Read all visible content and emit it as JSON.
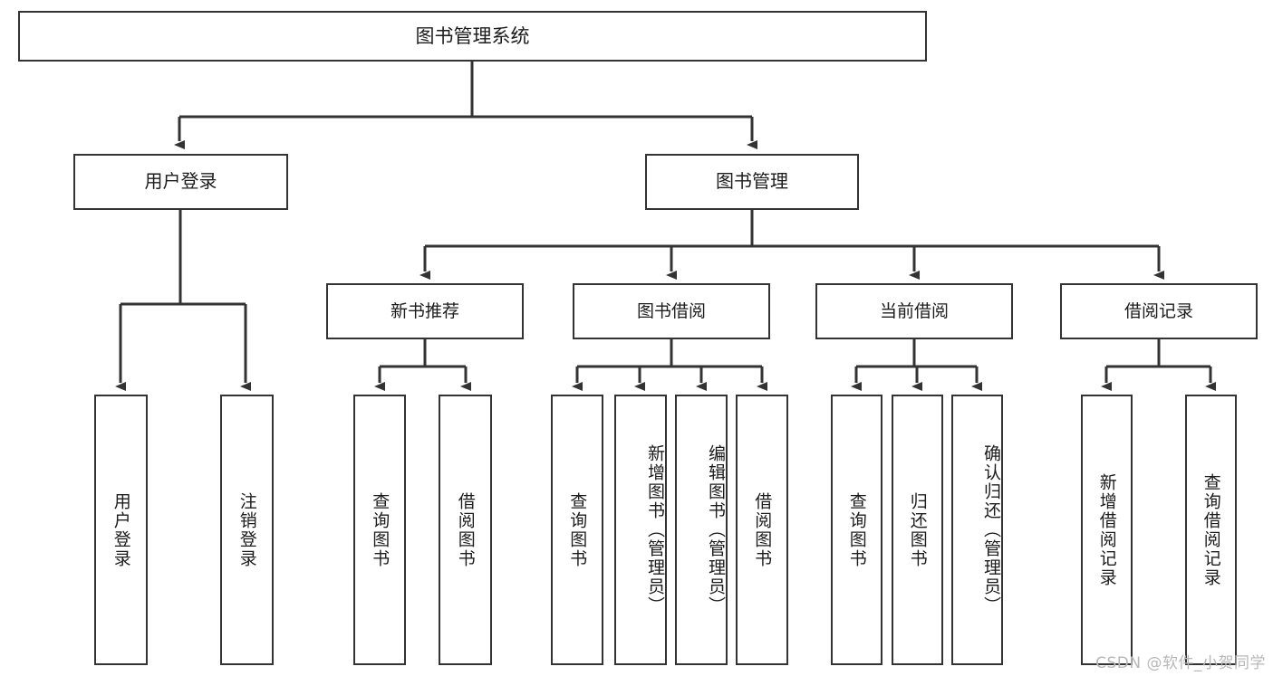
{
  "diagram": {
    "type": "tree",
    "title": "图书管理系统",
    "root": {
      "id": "root",
      "label": "图书管理系统"
    },
    "level1": [
      {
        "id": "user-login",
        "label": "用户登录"
      },
      {
        "id": "book-manage",
        "label": "图书管理"
      }
    ],
    "level2": [
      {
        "id": "new-book-rec",
        "label": "新书推荐",
        "parent": "book-manage"
      },
      {
        "id": "book-borrow",
        "label": "图书借阅",
        "parent": "book-manage"
      },
      {
        "id": "current-borrow",
        "label": "当前借阅",
        "parent": "book-manage"
      },
      {
        "id": "borrow-record",
        "label": "借阅记录",
        "parent": "book-manage"
      }
    ],
    "leaves": [
      {
        "id": "leaf-user-login",
        "label": "用户登录",
        "parent": "user-login"
      },
      {
        "id": "leaf-logout-login",
        "label": "注销登录",
        "parent": "user-login"
      },
      {
        "id": "leaf-query-book-1",
        "label": "查询图书",
        "parent": "new-book-rec"
      },
      {
        "id": "leaf-borrow-book-1",
        "label": "借阅图书",
        "parent": "new-book-rec"
      },
      {
        "id": "leaf-query-book-2",
        "label": "查询图书",
        "parent": "book-borrow"
      },
      {
        "id": "leaf-add-book",
        "label": "新增图书（管理员）",
        "parent": "book-borrow"
      },
      {
        "id": "leaf-edit-book",
        "label": "编辑图书（管理员）",
        "parent": "book-borrow"
      },
      {
        "id": "leaf-borrow-book-2",
        "label": "借阅图书",
        "parent": "book-borrow"
      },
      {
        "id": "leaf-query-book-3",
        "label": "查询图书",
        "parent": "current-borrow"
      },
      {
        "id": "leaf-return-book",
        "label": "归还图书",
        "parent": "current-borrow"
      },
      {
        "id": "leaf-confirm-return",
        "label": "确认归还（管理员）",
        "parent": "current-borrow"
      },
      {
        "id": "leaf-add-record",
        "label": "新增借阅记录",
        "parent": "borrow-record"
      },
      {
        "id": "leaf-query-record",
        "label": "查询借阅记录",
        "parent": "borrow-record"
      }
    ],
    "colors": {
      "stroke": "#333333",
      "fill": "#ffffff",
      "text": "#1c1c1c",
      "watermark": "#b8b8b8"
    }
  },
  "watermark": {
    "text": "CSDN @软件_小贺同学"
  }
}
